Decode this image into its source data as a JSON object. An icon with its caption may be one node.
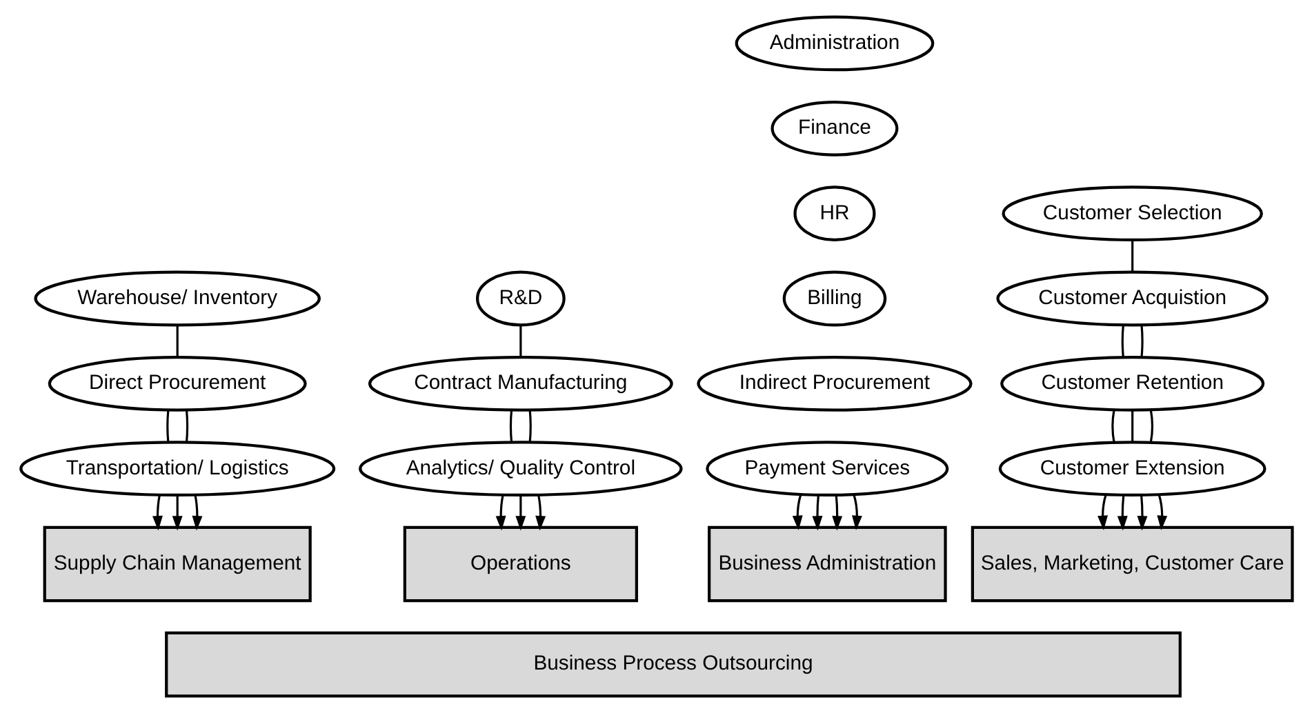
{
  "diagram": {
    "nodes": [
      {
        "text": [
          "Warehouse/ Inventory"
        ]
      },
      {
        "text": [
          "Direct Procurement"
        ]
      },
      {
        "text": [
          "Transportation/ Logistics"
        ]
      },
      {
        "text": [
          "R&D"
        ]
      },
      {
        "text": [
          "Contract Manufacturing"
        ]
      },
      {
        "text": [
          "Analytics/ Quality Control"
        ]
      },
      {
        "text": [
          "Administration"
        ]
      },
      {
        "text": [
          "Finance"
        ]
      },
      {
        "text": [
          "HR"
        ]
      },
      {
        "text": [
          "Billing"
        ]
      },
      {
        "text": [
          "Indirect Procurement"
        ]
      },
      {
        "text": [
          "Payment Services"
        ]
      },
      {
        "text": [
          "Customer Selection"
        ]
      },
      {
        "text": [
          "Customer Acquistion"
        ]
      },
      {
        "text": [
          "Customer Retention"
        ]
      },
      {
        "text": [
          "Customer Extension"
        ]
      },
      {
        "text": [
          "Supply Chain Management"
        ]
      },
      {
        "text": [
          "Operations"
        ]
      },
      {
        "text": [
          "Business Administration"
        ]
      },
      {
        "text": [
          "Sales, Marketing, Customer Care"
        ]
      },
      {
        "text": [
          "Business Process Outsourcing"
        ]
      }
    ],
    "edges": [
      {
        "from": 0,
        "to": 1,
        "arrow": "none"
      },
      {
        "from": 1,
        "to": 2,
        "arrow": "none"
      },
      {
        "from": 1,
        "to": 2,
        "arrow": "none"
      },
      {
        "from": 2,
        "to": 16,
        "arrow": "to"
      },
      {
        "from": 2,
        "to": 16,
        "arrow": "to"
      },
      {
        "from": 2,
        "to": 16,
        "arrow": "to"
      },
      {
        "from": 3,
        "to": 4,
        "arrow": "none"
      },
      {
        "from": 4,
        "to": 5,
        "arrow": "none"
      },
      {
        "from": 4,
        "to": 5,
        "arrow": "none"
      },
      {
        "from": 5,
        "to": 17,
        "arrow": "to"
      },
      {
        "from": 5,
        "to": 17,
        "arrow": "to"
      },
      {
        "from": 5,
        "to": 17,
        "arrow": "to"
      },
      {
        "from": 11,
        "to": 18,
        "arrow": "to"
      },
      {
        "from": 11,
        "to": 18,
        "arrow": "to"
      },
      {
        "from": 11,
        "to": 18,
        "arrow": "to"
      },
      {
        "from": 11,
        "to": 18,
        "arrow": "to"
      },
      {
        "from": 12,
        "to": 13,
        "arrow": "none"
      },
      {
        "from": 13,
        "to": 14,
        "arrow": "none"
      },
      {
        "from": 13,
        "to": 14,
        "arrow": "none"
      },
      {
        "from": 14,
        "to": 15,
        "arrow": "none"
      },
      {
        "from": 14,
        "to": 15,
        "arrow": "none"
      },
      {
        "from": 14,
        "to": 15,
        "arrow": "none"
      },
      {
        "from": 15,
        "to": 19,
        "arrow": "to"
      },
      {
        "from": 15,
        "to": 19,
        "arrow": "to"
      },
      {
        "from": 15,
        "to": 19,
        "arrow": "to"
      },
      {
        "from": 15,
        "to": 19,
        "arrow": "to"
      }
    ]
  }
}
